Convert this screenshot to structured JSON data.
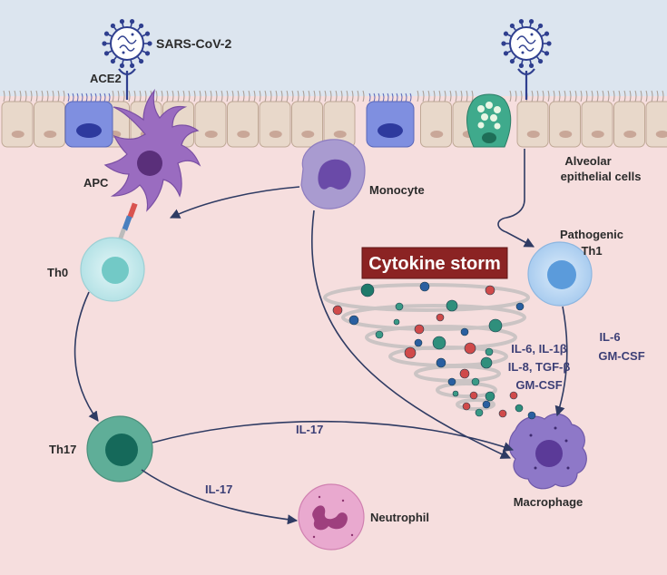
{
  "labels": {
    "virus": "SARS-CoV-2",
    "receptor": "ACE2",
    "apc": "APC",
    "monocyte": "Monocyte",
    "epithelial_line1": "Alveolar",
    "epithelial_line2": "epithelial cells",
    "pathogenic_line1": "Pathogenic",
    "pathogenic_line2": "Th1",
    "th0": "Th0",
    "th17": "Th17",
    "macrophage": "Macrophage",
    "neutrophil": "Neutrophil",
    "cytokine_storm": "Cytokine storm",
    "storm_cytokines_line1": "IL-6, IL-1β",
    "storm_cytokines_line2": "IL-8, TGF-β",
    "storm_cytokines_line3": "GM-CSF",
    "th1_cytokines_line1": "IL-6",
    "th1_cytokines_line2": "GM-CSF",
    "il17_macrophage": "IL-17",
    "il17_neutrophil": "IL-17"
  },
  "colors": {
    "background": "#f6dede",
    "airway": "#d9e3ee",
    "epithelial_cell": "#e8d8ca",
    "epithelial_nucleus": "#c9a798",
    "infected_cell": "#7f8fe0",
    "goblet_cell": "#3faa8c",
    "virus": "#2f3f8f",
    "apc": "#9a6cc0",
    "monocyte": "#a99bd0",
    "th0": "#c6ebee",
    "th1": "#b7d7f3",
    "th17": "#5fae98",
    "macrophage": "#8e78c8",
    "neutrophil": "#e9a9cf",
    "storm_box": "#8b2323",
    "arrow": "#2f3b63",
    "text": "#2b2b2b",
    "cytokine_text": "#3c3f76"
  }
}
